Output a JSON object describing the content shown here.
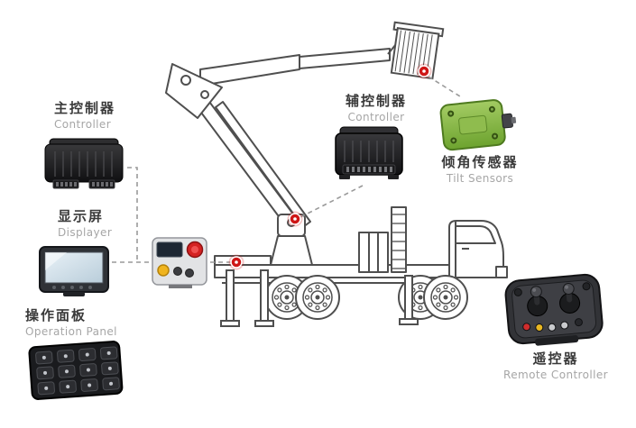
{
  "components": {
    "main_controller": {
      "title": "主控制器",
      "subtitle": "Controller"
    },
    "displayer": {
      "title": "显示屏",
      "subtitle": "Displayer"
    },
    "operation_panel": {
      "title": "操作面板",
      "subtitle": "Operation Panel"
    },
    "aux_controller": {
      "title": "辅控制器",
      "subtitle": "Controller"
    },
    "tilt_sensor": {
      "title": "倾角传感器",
      "subtitle": "Tilt Sensors"
    },
    "remote_controller": {
      "title": "遥控器",
      "subtitle": "Remote Controller"
    }
  },
  "colors": {
    "background": "#ffffff",
    "marker_red": "#cf1616",
    "sensor_green": "#7cb342",
    "title_text": "#3a3a3a",
    "subtitle_text": "#a6a6a6",
    "line_art": "#4f4f4f"
  }
}
